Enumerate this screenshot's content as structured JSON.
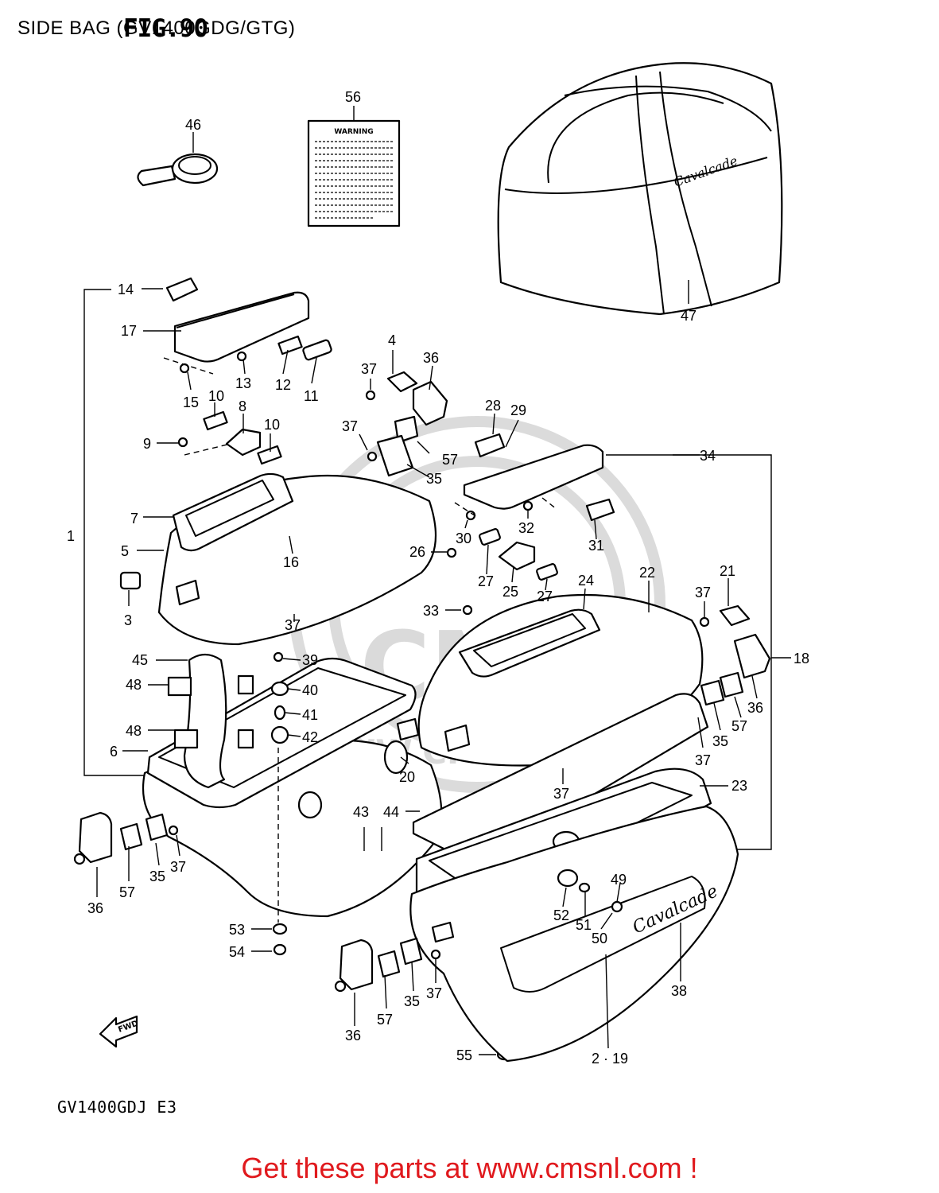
{
  "header": {
    "title": "SIDE BAG (GV1400GDG/GTG)",
    "figure": "FIG.90"
  },
  "watermark": {
    "brand": "CMS",
    "url": "WWW.CMSNL.COM"
  },
  "warning_label": {
    "heading": "WARNING"
  },
  "bag_script": "Cavalcade",
  "lid_emblem": "Cavalcade",
  "fwd_arrow": "FWD",
  "parts": {
    "p1": "1",
    "p2_19": "2 · 19",
    "p3": "3",
    "p4": "4",
    "p5": "5",
    "p6": "6",
    "p7": "7",
    "p8": "8",
    "p9": "9",
    "p10a": "10",
    "p10b": "10",
    "p11": "11",
    "p12": "12",
    "p13": "13",
    "p14": "14",
    "p15": "15",
    "p16": "16",
    "p17": "17",
    "p18": "18",
    "p20": "20",
    "p21": "21",
    "p22": "22",
    "p23": "23",
    "p24": "24",
    "p25": "25",
    "p26": "26",
    "p27a": "27",
    "p27b": "27",
    "p28": "28",
    "p29": "29",
    "p30": "30",
    "p31": "31",
    "p32": "32",
    "p33": "33",
    "p34": "34",
    "p35a": "35",
    "p35b": "35",
    "p35c": "35",
    "p35d": "35",
    "p36a": "36",
    "p36b": "36",
    "p36c": "36",
    "p36d": "36",
    "p37a": "37",
    "p37b": "37",
    "p37c": "37",
    "p37d": "37",
    "p37e": "37",
    "p37f": "37",
    "p37g": "37",
    "p37h": "37",
    "p38": "38",
    "p39": "39",
    "p40": "40",
    "p41": "41",
    "p42": "42",
    "p43": "43",
    "p44": "44",
    "p45": "45",
    "p46": "46",
    "p47": "47",
    "p48a": "48",
    "p48b": "48",
    "p49": "49",
    "p50": "50",
    "p51": "51",
    "p52": "52",
    "p53": "53",
    "p54": "54",
    "p55": "55",
    "p56": "56",
    "p57a": "57",
    "p57b": "57",
    "p57c": "57",
    "p57d": "57"
  },
  "footer": {
    "model_code": "GV1400GDJ E3",
    "promo": "Get these parts at www.cmsnl.com !"
  },
  "colors": {
    "promo_text": "#e0191d",
    "line_art": "#000000",
    "watermark": "#d8d8d8"
  }
}
